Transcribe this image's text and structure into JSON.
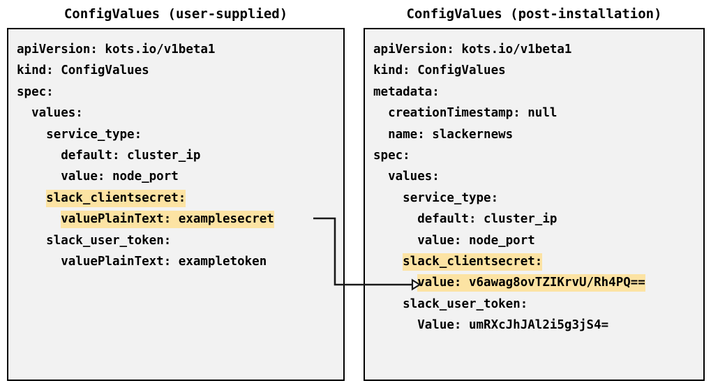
{
  "panels": {
    "left": {
      "title": "ConfigValues (user-supplied)",
      "lines": [
        {
          "text": "apiVersion: kots.io/v1beta1",
          "highlight": false
        },
        {
          "text": "kind: ConfigValues",
          "highlight": false
        },
        {
          "text": "spec:",
          "highlight": false
        },
        {
          "text": "  values:",
          "highlight": false
        },
        {
          "text": "    service_type:",
          "highlight": false
        },
        {
          "text": "      default: cluster_ip",
          "highlight": false
        },
        {
          "text": "      value: node_port",
          "highlight": false
        },
        {
          "text": "    slack_clientsecret:",
          "highlight": true
        },
        {
          "text": "      valuePlainText: examplesecret",
          "highlight": true
        },
        {
          "text": "    slack_user_token:",
          "highlight": false
        },
        {
          "text": "      valuePlainText: exampletoken",
          "highlight": false
        }
      ]
    },
    "right": {
      "title": "ConfigValues (post-installation)",
      "lines": [
        {
          "text": "apiVersion: kots.io/v1beta1",
          "highlight": false
        },
        {
          "text": "kind: ConfigValues",
          "highlight": false
        },
        {
          "text": "metadata:",
          "highlight": false
        },
        {
          "text": "  creationTimestamp: null",
          "highlight": false
        },
        {
          "text": "  name: slackernews",
          "highlight": false
        },
        {
          "text": "spec:",
          "highlight": false
        },
        {
          "text": "  values:",
          "highlight": false
        },
        {
          "text": "    service_type:",
          "highlight": false
        },
        {
          "text": "      default: cluster_ip",
          "highlight": false
        },
        {
          "text": "      value: node_port",
          "highlight": false
        },
        {
          "text": "    slack_clientsecret:",
          "highlight": true
        },
        {
          "text": "      value: v6awag8ovTZIKrvU/Rh4PQ==",
          "highlight": true
        },
        {
          "text": "    slack_user_token:",
          "highlight": false
        },
        {
          "text": "      Value: umRXcJhJAl2i5g3jS4=",
          "highlight": false
        }
      ]
    }
  },
  "connector": {
    "label": "examplesecret-to-encrypted-value-arrow",
    "color": "#1a1a1a"
  },
  "colors": {
    "highlight": "#fce3a3",
    "panel_background": "#f2f2f2",
    "panel_border": "#000000",
    "text": "#000000"
  }
}
